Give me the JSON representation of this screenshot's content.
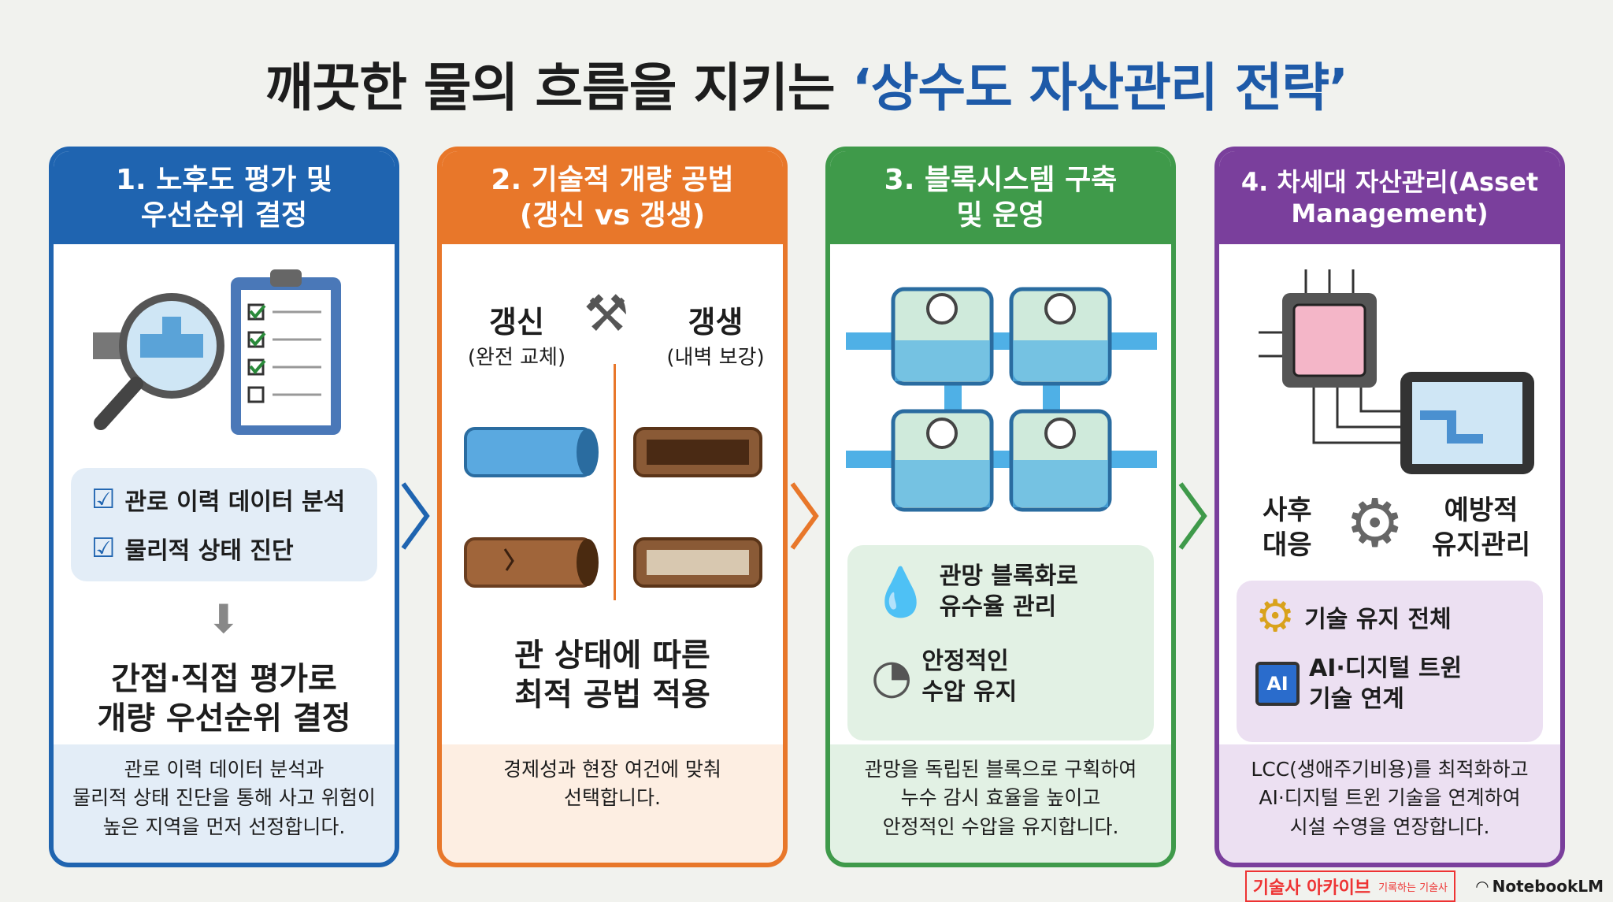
{
  "title": {
    "main": "깨끗한 물의 흐름을 지키는 ",
    "highlight": "‘상수도 자산관리 전략’"
  },
  "colors": {
    "blue": "#1f64b0",
    "orange": "#e8772a",
    "green": "#3f9a4a",
    "purple": "#7a3f9c"
  },
  "cards": [
    {
      "header": "1. 노후도 평가 및\n우선순위 결정",
      "checks": [
        "관로 이력 데이터 분석",
        "물리적 상태 진단"
      ],
      "headline": "간접·직접 평가로\n개량 우선순위 결정",
      "description": "관로 이력 데이터 분석과\n물리적 상태 진단을 통해 사고 위험이\n높은 지역을 먼저 선정합니다."
    },
    {
      "header": "2. 기술적 개량 공법\n(갱신 vs 갱생)",
      "left_label": "갱신",
      "left_sub": "(완전 교체)",
      "right_label": "갱생",
      "right_sub": "(내벽 보강)",
      "headline": "관 상태에 따른\n최적 공법 적용",
      "description": "경제성과 현장 여건에 맞춰\n선택합니다."
    },
    {
      "header": "3. 블록시스템 구축\n및 운영",
      "items": [
        "관망 블록화로\n유수율 관리",
        "안정적인\n수압 유지"
      ],
      "description": "관망을 독립된 블록으로 구획하여\n누수 감시 효율을 높이고\n안정적인 수압을 유지합니다."
    },
    {
      "header": "4. 차세대 자산관리(Asset\nManagement)",
      "left_label": "사후\n대응",
      "right_label": "예방적\n유지관리",
      "items": [
        "기술 유지 전체",
        "AI·디지털 트윈\n기술 연계"
      ],
      "ai_chip_label": "AI",
      "description": "LCC(생애주기비용)를 최적화하고\nAI·디지털 트윈 기술을 연계하여\n시설 수영을 연장합니다."
    }
  ],
  "watermark": {
    "stamp": "기술사 아카이브",
    "stamp_sub": "기록하는 기술사",
    "brand": "NotebookLM"
  }
}
